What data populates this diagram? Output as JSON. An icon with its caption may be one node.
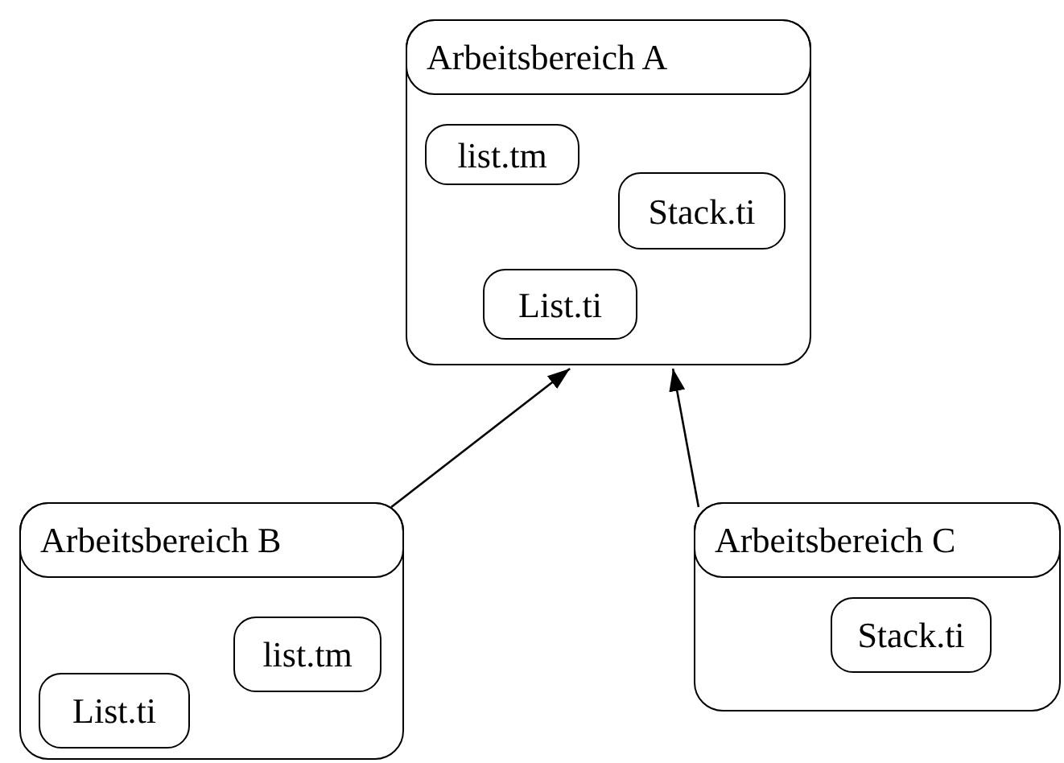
{
  "diagram": {
    "nodes": [
      {
        "text": [
          "Arbeitsbereich A"
        ]
      },
      {
        "text": [
          "list.tm"
        ],
        "in": 0
      },
      {
        "text": [
          "Stack.ti"
        ],
        "in": 0
      },
      {
        "text": [
          "List.ti"
        ],
        "in": 0
      },
      {
        "text": [
          "Arbeitsbereich B"
        ]
      },
      {
        "text": [
          "list.tm"
        ],
        "in": 4
      },
      {
        "text": [
          "List.ti"
        ],
        "in": 4
      },
      {
        "text": [
          "Arbeitsbereich C"
        ]
      },
      {
        "text": [
          "Stack.ti"
        ],
        "in": 7
      }
    ],
    "edges": [
      {
        "from": 4,
        "to": 0,
        "arrow": "to"
      },
      {
        "from": 7,
        "to": 0,
        "arrow": "to"
      }
    ]
  }
}
